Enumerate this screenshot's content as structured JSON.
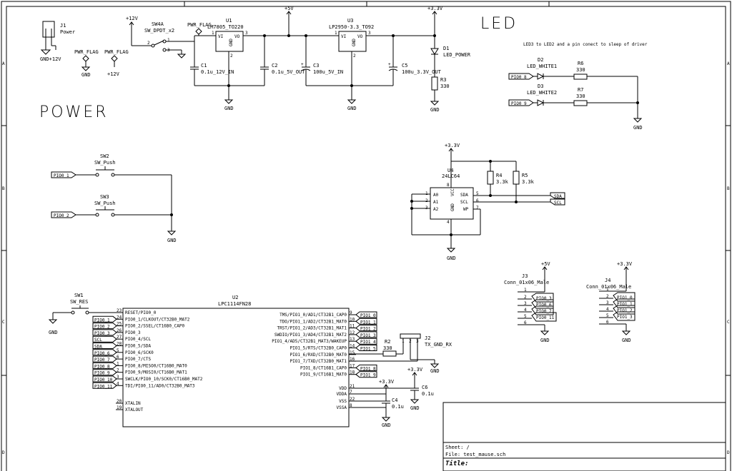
{
  "frame": {
    "rows": [
      "A",
      "B",
      "C",
      "D"
    ]
  },
  "sections": {
    "power_title": "POWER",
    "led_title": "LED",
    "led_note": "LED3 to LED2 and a pin conect to sleep of driver"
  },
  "rails": {
    "p12": "+12V",
    "p5": "+5V",
    "p33": "+3.3V",
    "gnd": "GND",
    "gnd12": "GND+12V",
    "pwr_flag": "PWR_FLAG"
  },
  "power": {
    "j1": {
      "ref": "J1",
      "val": "Power"
    },
    "sw4": {
      "ref": "SW4A",
      "val": "SW_DPDT_x2",
      "pins": [
        "2",
        "1",
        "3"
      ]
    },
    "u1": {
      "ref": "U1",
      "val": "LM7805_TO220",
      "vi": "VI",
      "vo": "VO",
      "gnd": "GND",
      "pin1": "1",
      "pin3": "3",
      "pin2": "2"
    },
    "u3": {
      "ref": "U3",
      "val": "LP2950-3.3_TO92",
      "vi": "VI",
      "vo": "VO",
      "gnd": "GND",
      "pin1": "1",
      "pin3": "3",
      "pin2": "2"
    },
    "c1": {
      "ref": "C1",
      "val": "0.1u_12V_IN"
    },
    "c2": {
      "ref": "C2",
      "val": "0.1u_5V_OUT"
    },
    "c3": {
      "ref": "C3",
      "val": "100u_5V_IN"
    },
    "c5": {
      "ref": "C5",
      "val": "100u_3.3V_OUT"
    },
    "d1": {
      "ref": "D1",
      "val": "LED_POWER"
    },
    "r3": {
      "ref": "R3",
      "val": "330"
    }
  },
  "led": {
    "d2": {
      "ref": "D2",
      "val": "LED_WHITE1",
      "net": "PIO0_8"
    },
    "d3": {
      "ref": "D3",
      "val": "LED_WHITE2",
      "net": "PIO0_9"
    },
    "r6": {
      "ref": "R6",
      "val": "330"
    },
    "r7": {
      "ref": "R7",
      "val": "330"
    }
  },
  "buttons": {
    "sw2": {
      "ref": "SW2",
      "val": "SW_Push",
      "net": "PIO0_1"
    },
    "sw3": {
      "ref": "SW3",
      "val": "SW_Push",
      "net": "PIO0_2"
    }
  },
  "eeprom": {
    "u4": {
      "ref": "U4",
      "val": "24LC64"
    },
    "pins_left": [
      {
        "n": "1",
        "l": "A0"
      },
      {
        "n": "2",
        "l": "A1"
      },
      {
        "n": "3",
        "l": "A2"
      }
    ],
    "pins_right": [
      {
        "n": "5",
        "l": "SDA"
      },
      {
        "n": "6",
        "l": "SCL"
      },
      {
        "n": "7",
        "l": "WP"
      }
    ],
    "vcc": "VCC",
    "vcc_pin": "8",
    "gnd": "GND",
    "gnd_pin": "4",
    "r4": {
      "ref": "R4",
      "val": "3.3k"
    },
    "r5": {
      "ref": "R5",
      "val": "3.3k"
    },
    "sda": "SDA",
    "scl": "SCL"
  },
  "connectors": {
    "j3": {
      "ref": "J3",
      "val": "Conn_01x06_Male",
      "nets": [
        "PIO0_3",
        "PIO0_6",
        "PIO0_7",
        "PIO0_11"
      ]
    },
    "j4": {
      "ref": "J4",
      "val": "Conn_01x06_Male",
      "nets": [
        "PIO1_0",
        "PIO1_1",
        "PIO1_2",
        "PIO1_3"
      ]
    },
    "pins": [
      "1",
      "2",
      "3",
      "4",
      "5",
      "6"
    ]
  },
  "mcu": {
    "sw1": {
      "ref": "SW1",
      "val": "SW_RES"
    },
    "u2": {
      "ref": "U2",
      "val": "LPC1114FN28"
    },
    "left": [
      {
        "n": "23",
        "l": "RESET/PIO0_0",
        "net": ""
      },
      {
        "n": "24",
        "l": "PIO0_1/CLKOUT/CT32B0_MAT2",
        "net": "PIO0_1"
      },
      {
        "n": "25",
        "l": "PIO0_2/SSEL/CT16B0_CAP0",
        "net": "PIO0_2"
      },
      {
        "n": "26",
        "l": "PIO0_3",
        "net": "PIO0_3"
      },
      {
        "n": "27",
        "l": "PIO0_4/SCL",
        "net": "SCL"
      },
      {
        "n": "28",
        "l": "PIO0_5/SDA",
        "net": "SDA"
      },
      {
        "n": "5",
        "l": "PIO0_6/SCK0",
        "net": "PIO0_6"
      },
      {
        "n": "6",
        "l": "PIO0_7/CTS",
        "net": "PIO0_7"
      },
      {
        "n": "1",
        "l": "PIO0_8/MISO0/CT16B0_MAT0",
        "net": "PIO0_8"
      },
      {
        "n": "2",
        "l": "PIO0_9/MOSI0/CT16B0_MAT1",
        "net": "PIO0_9"
      },
      {
        "n": "3",
        "l": "SWCLK/PIO0_10/SCK0/CT16B0_MAT2",
        "net": "PIO0_10"
      },
      {
        "n": "4",
        "l": "TDI/PIO0_11/AD0/CT32B0_MAT3",
        "net": "PIO0_11"
      }
    ],
    "xtal": [
      {
        "n": "20",
        "l": "XTALIN"
      },
      {
        "n": "19",
        "l": "XTALOUT"
      }
    ],
    "right": [
      {
        "n": "9",
        "l": "TMS/PIO1_0/AD1/CT32B1_CAP0",
        "net": "PIO1_0"
      },
      {
        "n": "10",
        "l": "TDO/PIO1_1/AD2/CT32B1_MAT0",
        "net": "PIO1_1"
      },
      {
        "n": "11",
        "l": "TRST/PIO1_2/AD3/CT32B1_MAT1",
        "net": "PIO1_2"
      },
      {
        "n": "12",
        "l": "SWDIO/PIO1_3/AD4/CT32B1_MAT2",
        "net": "PIO1_3"
      },
      {
        "n": "13",
        "l": "PIO1_4/AD5/CT32B1_MAT3/WAKEUP",
        "net": "PIO1_4"
      },
      {
        "n": "14",
        "l": "PIO1_5/RTS/CT32B0_CAP0",
        "net": "PIO1_5"
      },
      {
        "n": "15",
        "l": "PIO1_6/RXD/CT32B0_MAT0",
        "net": ""
      },
      {
        "n": "16",
        "l": "PIO1_7/TXD/CT32B0_MAT1",
        "net": ""
      },
      {
        "n": "17",
        "l": "PIO1_8/CT16B1_CAP0",
        "net": "PIO1_8"
      },
      {
        "n": "18",
        "l": "PIO1_9/CT16B1_MAT0",
        "net": "PIO1_9"
      }
    ],
    "pwr": [
      {
        "n": "21",
        "l": "VDD"
      },
      {
        "n": "7",
        "l": "VDDA"
      },
      {
        "n": "22",
        "l": "VSS"
      },
      {
        "n": "8",
        "l": "VSSA"
      }
    ],
    "r2": {
      "ref": "R2",
      "val": "330"
    },
    "j2": {
      "ref": "J2",
      "val": "TX_GND_RX",
      "pins": [
        "1",
        "2",
        "3"
      ]
    },
    "c4": {
      "ref": "C4",
      "val": "0.1u"
    },
    "c6": {
      "ref": "C6",
      "val": "0.1u"
    }
  },
  "title_block": {
    "sheet": "Sheet: /",
    "file": "File: test_mause.sch",
    "title": "Title:"
  }
}
